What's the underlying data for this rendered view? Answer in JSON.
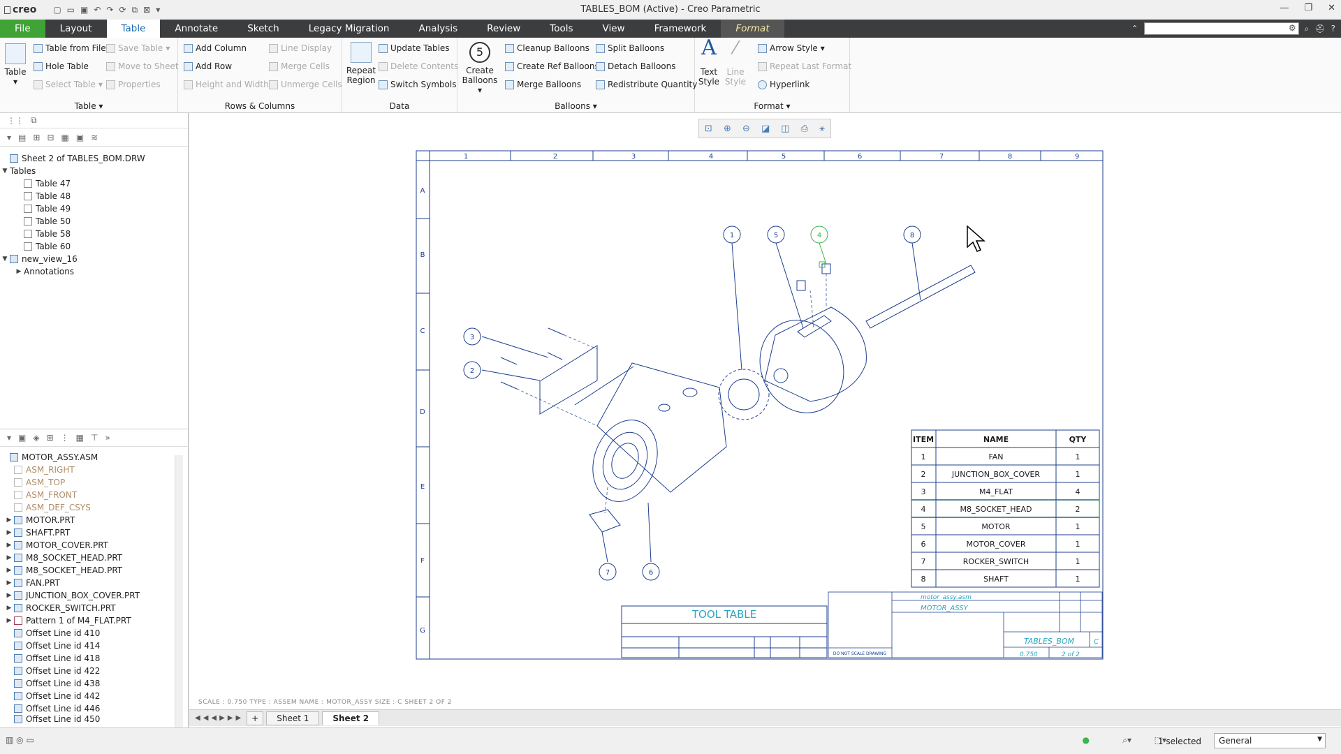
{
  "app": {
    "logo": "creo",
    "title": "TABLES_BOM (Active) - Creo Parametric"
  },
  "menu": {
    "tabs": [
      "File",
      "Layout",
      "Table",
      "Annotate",
      "Sketch",
      "Legacy Migration",
      "Analysis",
      "Review",
      "Tools",
      "View",
      "Framework",
      "Format"
    ],
    "active": "Table"
  },
  "ribbon": {
    "table_group": {
      "label": "Table",
      "table_btn": "Table",
      "table_from_file": "Table from File",
      "save_table": "Save Table",
      "hole_table": "Hole Table",
      "move_to_sheet": "Move to Sheet",
      "select_table": "Select Table",
      "properties": "Properties"
    },
    "rows_columns": {
      "label": "Rows & Columns",
      "add_column": "Add Column",
      "add_row": "Add Row",
      "height_width": "Height and Width",
      "line_display": "Line Display",
      "merge_cells": "Merge Cells",
      "unmerge_cells": "Unmerge Cells"
    },
    "data": {
      "label": "Data",
      "repeat_region": "Repeat Region",
      "update_tables": "Update Tables",
      "delete_contents": "Delete Contents",
      "switch_symbols": "Switch Symbols"
    },
    "balloons": {
      "label": "Balloons",
      "create_balloons": "Create Balloons",
      "cleanup": "Cleanup Balloons",
      "create_ref": "Create Ref Balloons",
      "merge": "Merge Balloons",
      "split": "Split Balloons",
      "detach": "Detach Balloons",
      "redistribute": "Redistribute Quantity"
    },
    "format": {
      "label": "Format",
      "text_style": "Text Style",
      "line_style": "Line Style",
      "arrow_style": "Arrow Style",
      "repeat_last": "Repeat Last Format",
      "hyperlink": "Hyperlink"
    }
  },
  "drawing_tree": {
    "root": "Sheet 2 of TABLES_BOM.DRW",
    "tables_label": "Tables",
    "tables": [
      "Table 47",
      "Table 48",
      "Table 49",
      "Table 50",
      "Table 58",
      "Table 60"
    ],
    "view": "new_view_16",
    "annotations": "Annotations"
  },
  "model_tree": {
    "root": "MOTOR_ASSY.ASM",
    "datums": [
      "ASM_RIGHT",
      "ASM_TOP",
      "ASM_FRONT",
      "ASM_DEF_CSYS"
    ],
    "items": [
      "MOTOR.PRT",
      "SHAFT.PRT",
      "MOTOR_COVER.PRT",
      "M8_SOCKET_HEAD.PRT",
      "M8_SOCKET_HEAD.PRT",
      "FAN.PRT",
      "JUNCTION_BOX_COVER.PRT",
      "ROCKER_SWITCH.PRT",
      "Pattern 1 of M4_FLAT.PRT",
      "Offset Line id 410",
      "Offset Line id 414",
      "Offset Line id 418",
      "Offset Line id 422",
      "Offset Line id 438",
      "Offset Line id 442",
      "Offset Line id 446",
      "Offset Line id 450"
    ]
  },
  "sheet": {
    "cols": [
      "1",
      "2",
      "3",
      "4",
      "5",
      "6",
      "7",
      "8",
      "9"
    ],
    "rows": [
      "A",
      "B",
      "C",
      "D",
      "E",
      "F",
      "G"
    ]
  },
  "bom": {
    "headers": [
      "ITEM",
      "NAME",
      "QTY"
    ],
    "rows": [
      [
        "1",
        "FAN",
        "1"
      ],
      [
        "2",
        "JUNCTION_BOX_COVER",
        "1"
      ],
      [
        "3",
        "M4_FLAT",
        "4"
      ],
      [
        "4",
        "M8_SOCKET_HEAD",
        "2"
      ],
      [
        "5",
        "MOTOR",
        "1"
      ],
      [
        "6",
        "MOTOR_COVER",
        "1"
      ],
      [
        "7",
        "ROCKER_SWITCH",
        "1"
      ],
      [
        "8",
        "SHAFT",
        "1"
      ]
    ]
  },
  "balloons": [
    "1",
    "5",
    "4",
    "8",
    "3",
    "2",
    "7",
    "6"
  ],
  "tool_table": "TOOL TABLE",
  "title_block": {
    "desc": "motor_assy.asm",
    "part": "MOTOR_ASSY",
    "dwg": "TABLES_BOM",
    "size": "C",
    "scale": "0.750",
    "sheet": "2 of 2",
    "note": "DO NOT SCALE DRAWING"
  },
  "status_info": "SCALE : 0.750    TYPE : ASSEM    NAME : MOTOR_ASSY    SIZE : C    SHEET 2  OF 2",
  "sheet_tabs": [
    "Sheet 1",
    "Sheet 2"
  ],
  "status": {
    "selected": "1 selected",
    "filter": "General"
  },
  "colors": {
    "file_tab": "#3fa336",
    "drawing_line": "#1d3f8f",
    "highlight": "#3ab64a",
    "bom_text": "#1a1a1a"
  }
}
